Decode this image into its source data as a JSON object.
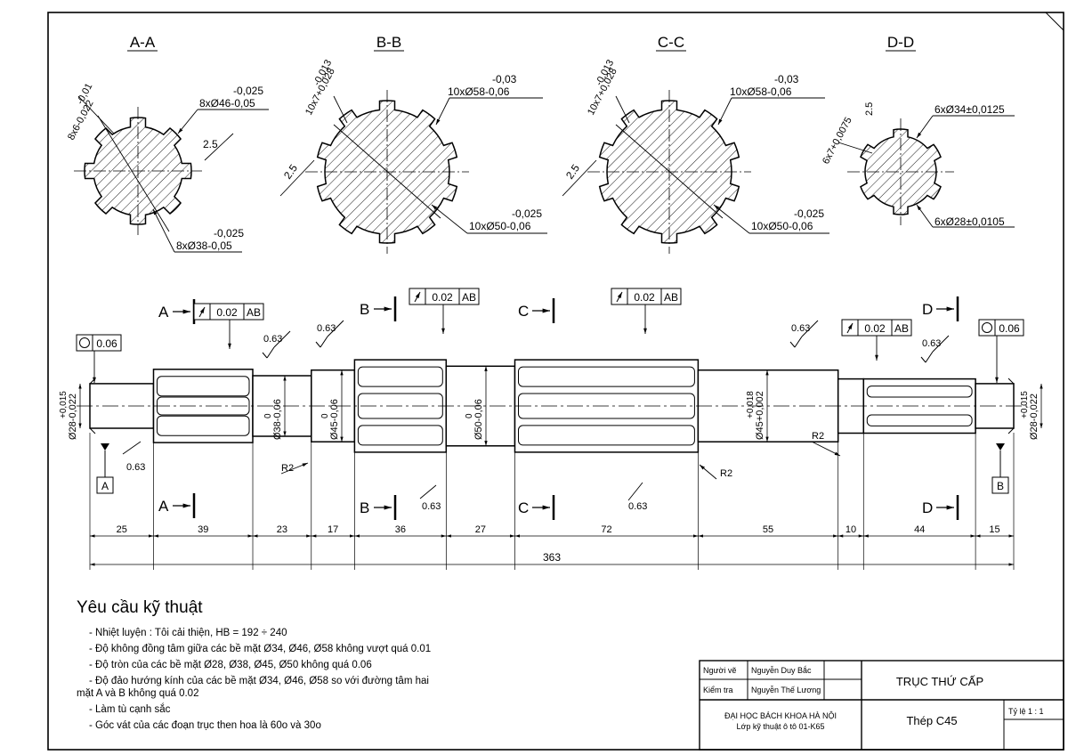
{
  "sections": {
    "aa": {
      "title": "A-A",
      "dims": [
        "-0,01",
        "8x6-0,022",
        "-0,025",
        "8xØ46-0,05",
        "2.5",
        "-0,025",
        "8xØ38-0,05"
      ]
    },
    "bb": {
      "title": "B-B",
      "dims": [
        "-0,013",
        "10x7+0,028",
        "-0,03",
        "10xØ58-0,06",
        "2.5",
        "-0,025",
        "10xØ50-0,06"
      ]
    },
    "cc": {
      "title": "C-C",
      "dims": [
        "-0,013",
        "10x7+0,028",
        "-0,03",
        "10xØ58-0,06",
        "2.5",
        "-0,025",
        "10xØ50-0,06"
      ]
    },
    "dd": {
      "title": "D-D",
      "dims": [
        "2.5",
        "6x7+0,0075",
        "6xØ34±0,0125",
        "6xØ28±0,0105"
      ]
    }
  },
  "shaft": {
    "cut_labels": [
      "A",
      "A",
      "B",
      "B",
      "C",
      "C",
      "D",
      "D"
    ],
    "datum_a": "A",
    "datum_b": "B",
    "tol_runout": "0.02",
    "tol_ref": "AB",
    "tol_round": "0.06",
    "roughness": "0.63",
    "radius": "R2",
    "dia_labels": {
      "d28": "Ø28-0,022",
      "d28_up": "+0,015",
      "d38": "Ø38-0,06",
      "d38_up": "0",
      "d45a": "Ø45-0,06",
      "d45a_up": "0",
      "d50": "Ø50-0,06",
      "d50_up": "0",
      "d45b": "Ø45+0,002",
      "d45b_up": "+0,018"
    },
    "lengths": [
      "25",
      "39",
      "23",
      "17",
      "36",
      "27",
      "72",
      "55",
      "10",
      "44",
      "15"
    ],
    "total": "363"
  },
  "requirements": {
    "title": "Yêu cầu kỹ thuật",
    "items": [
      "- Nhiệt luyện : Tôi cải thiện, HB = 192 ÷ 240",
      "- Độ không đồng tâm giữa các bề mặt Ø34, Ø46, Ø58 không vượt quá 0.01",
      "- Độ tròn của các bề mặt Ø28, Ø38, Ø45, Ø50 không quá 0.06",
      "- Độ đảo hướng kính của các bề mặt Ø34, Ø46, Ø58 so với đường tâm hai",
      "mặt A và B không quá 0.02",
      "- Làm tù cạnh sắc",
      "- Góc vát của các đoạn trục then hoa là 60o và 30o"
    ]
  },
  "title_block": {
    "drawn_label": "Người vẽ",
    "drawn_name": "Nguyễn Duy Bắc",
    "check_label": "Kiểm tra",
    "check_name": "Nguyễn Thế Lương",
    "part_name": "TRỤC THỨ CẤP",
    "school": "ĐẠI HỌC BÁCH KHOA HÀ NỘI",
    "class": "Lớp kỹ thuật ô tô 01-K65",
    "material": "Thép C45",
    "scale": "Tỷ lệ 1 : 1"
  }
}
